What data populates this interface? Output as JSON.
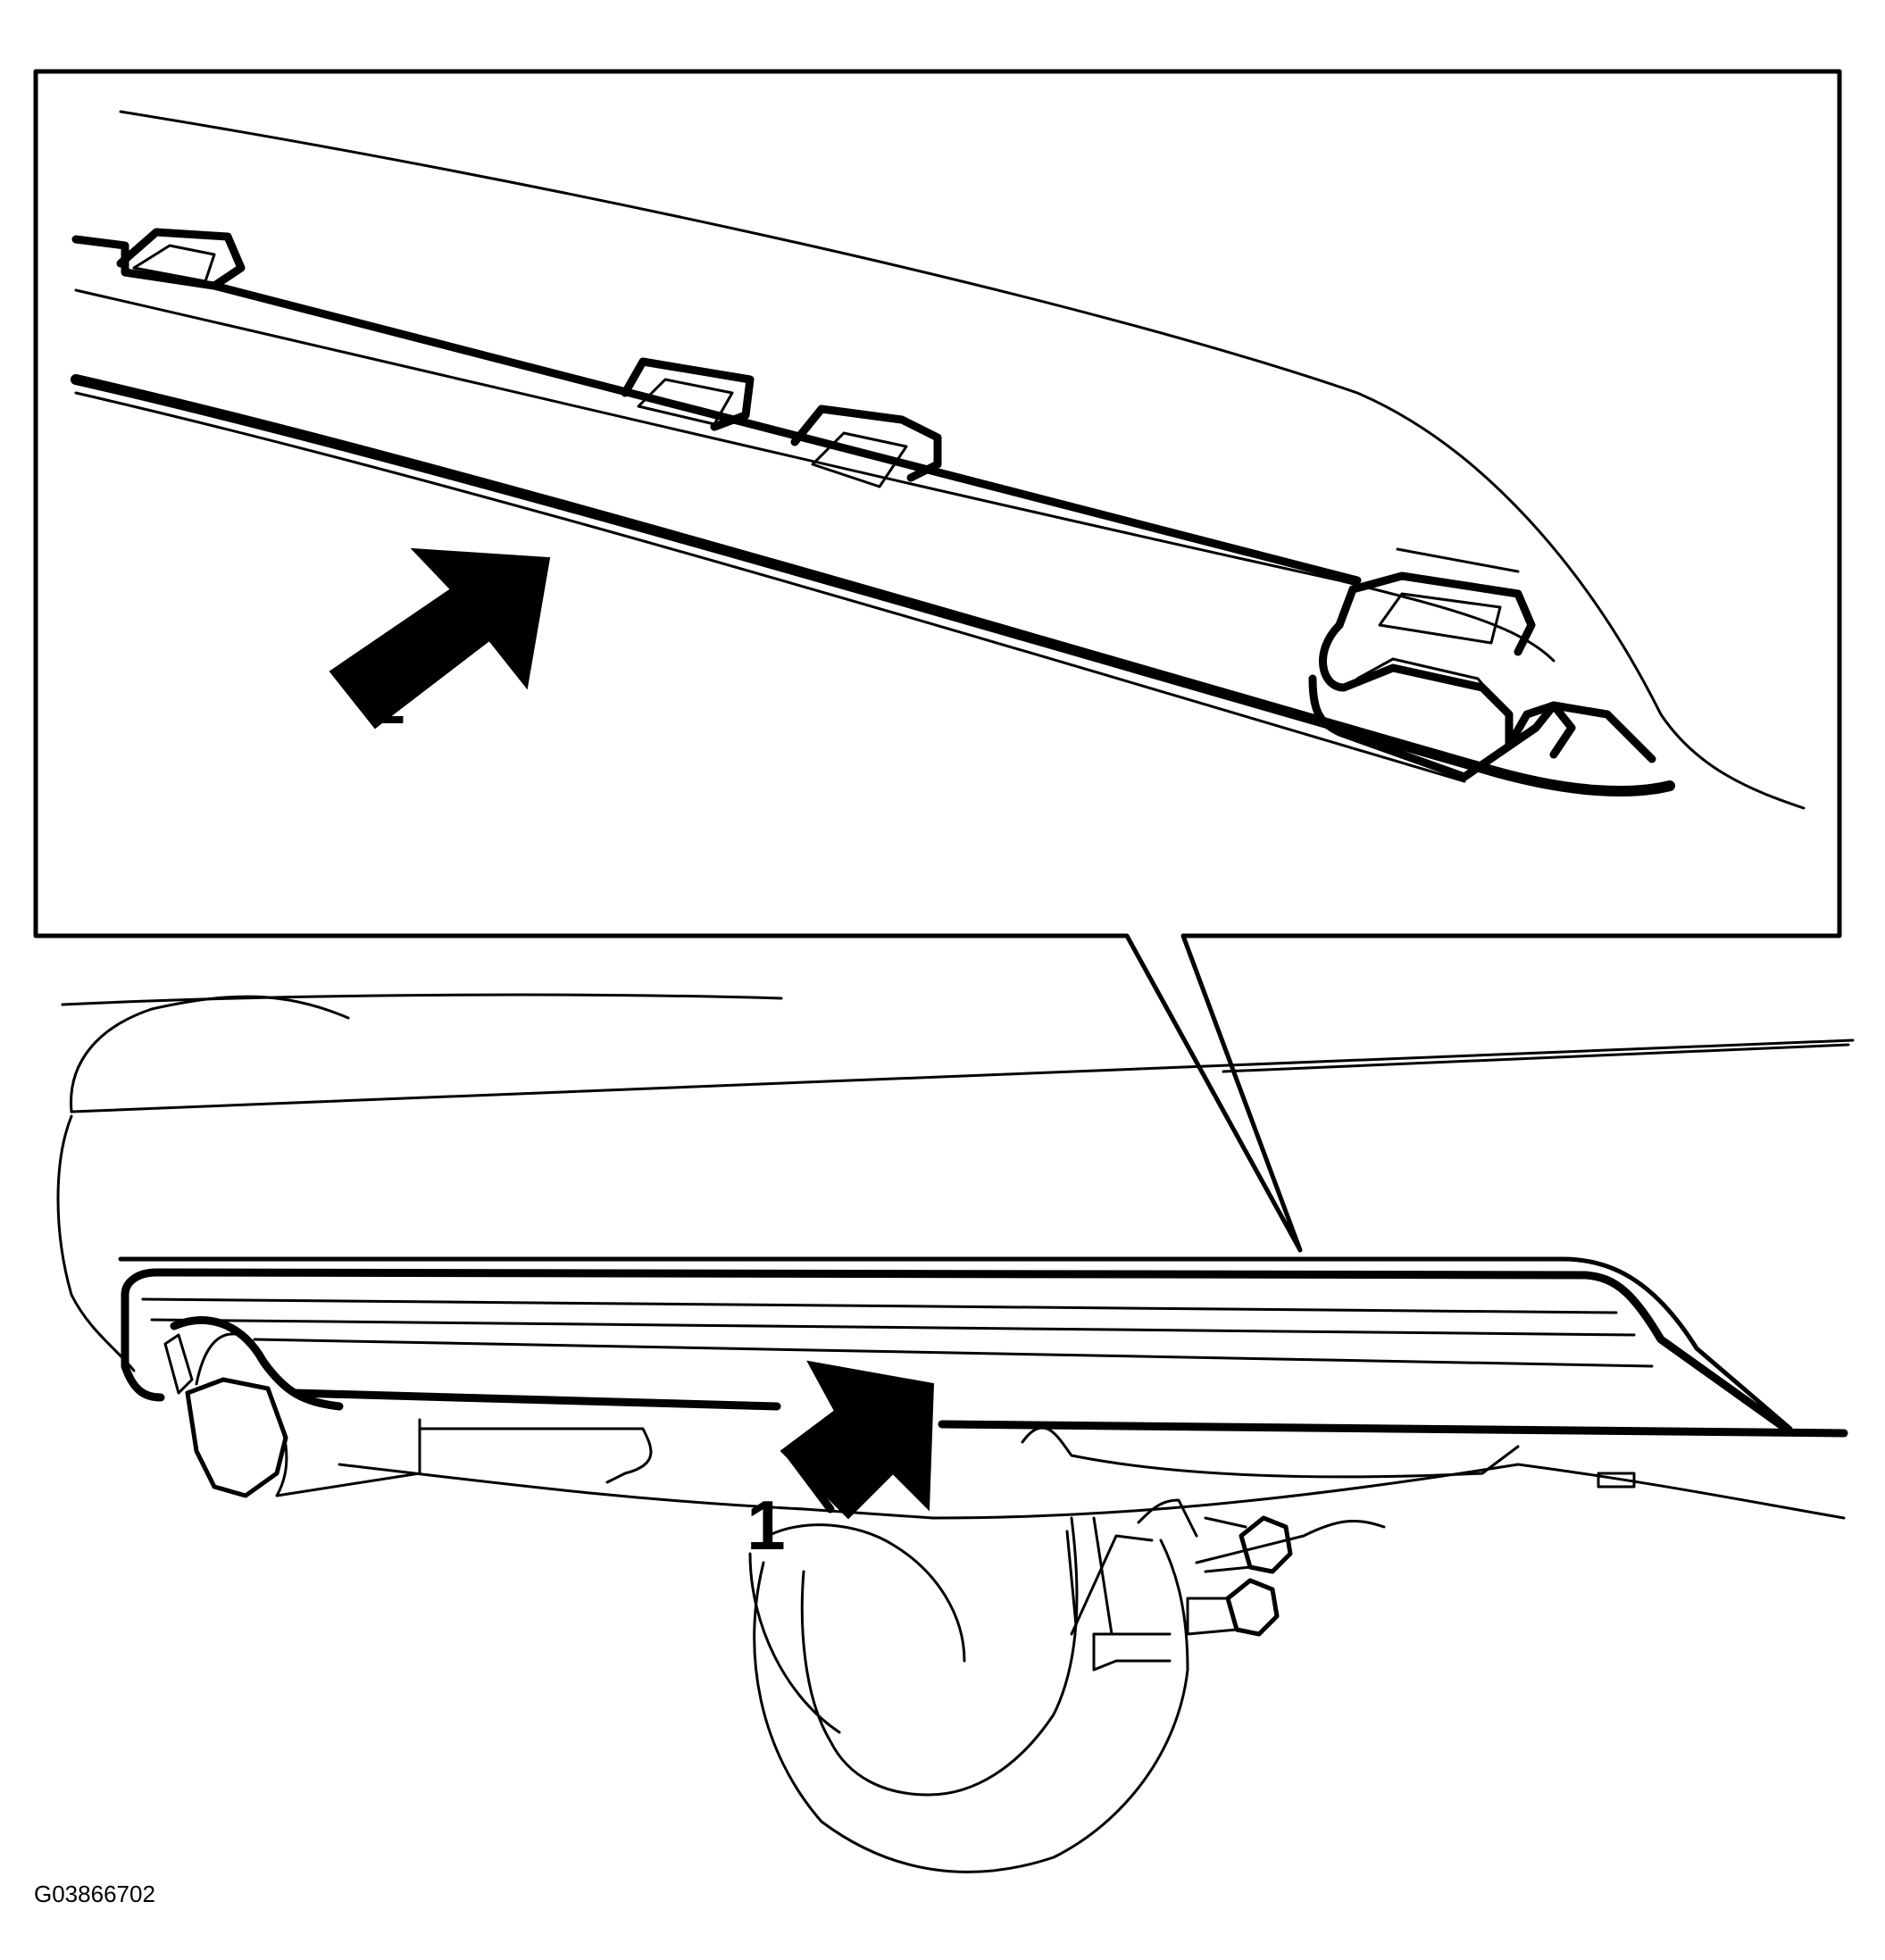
{
  "callouts": [
    {
      "id": "detail",
      "label": "1"
    },
    {
      "id": "overview",
      "label": "1"
    }
  ],
  "figure_code": "G03866702",
  "colors": {
    "line": "#000000",
    "background": "#ffffff"
  }
}
